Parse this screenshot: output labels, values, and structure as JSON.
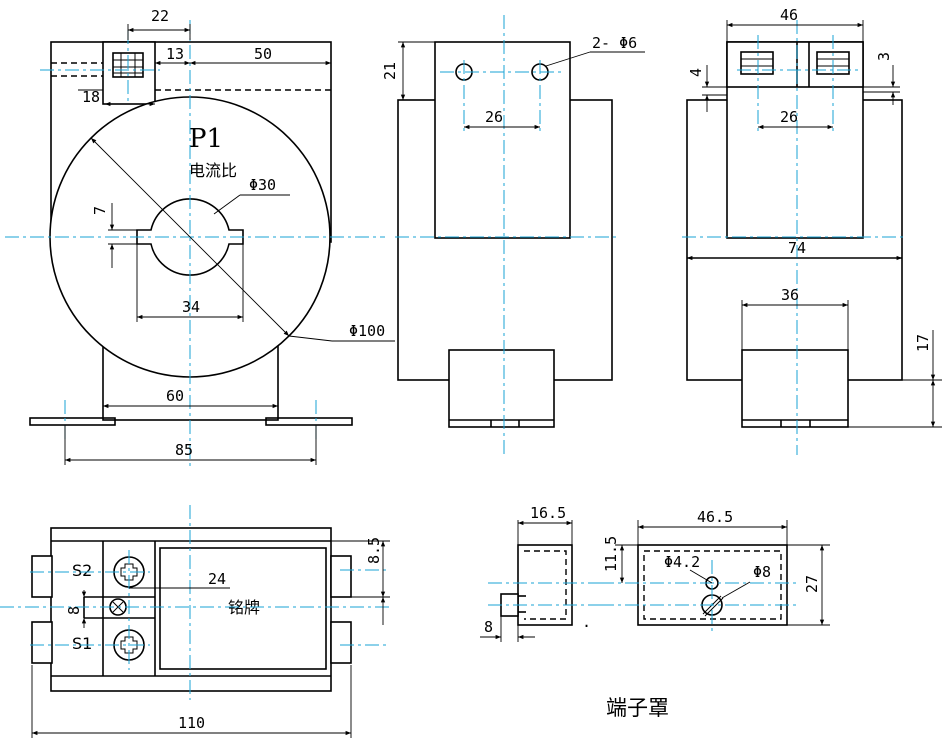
{
  "diagram": {
    "labels": {
      "p1": "P1",
      "ratio": "电流比",
      "nameplate": "铭牌",
      "cover_caption": "端子罩",
      "s2": "S2",
      "s1": "S1"
    },
    "front_view": {
      "dims": [
        "22",
        "13",
        "50",
        "18",
        "Φ30",
        "7",
        "34",
        "Φ100",
        "60",
        "85"
      ]
    },
    "side_view": {
      "dims": [
        "21",
        "2- Φ6",
        "26"
      ]
    },
    "right_view": {
      "dims": [
        "46",
        "4",
        "3",
        "26",
        "74",
        "36",
        "17"
      ]
    },
    "top_view": {
      "dims": [
        "8.5",
        "24",
        "8",
        "110"
      ]
    },
    "cover_side": {
      "dims": [
        "16.5",
        "8"
      ]
    },
    "cover_front": {
      "dims": [
        "46.5",
        "11.5",
        "Φ4.2",
        "Φ8",
        "27"
      ]
    }
  }
}
